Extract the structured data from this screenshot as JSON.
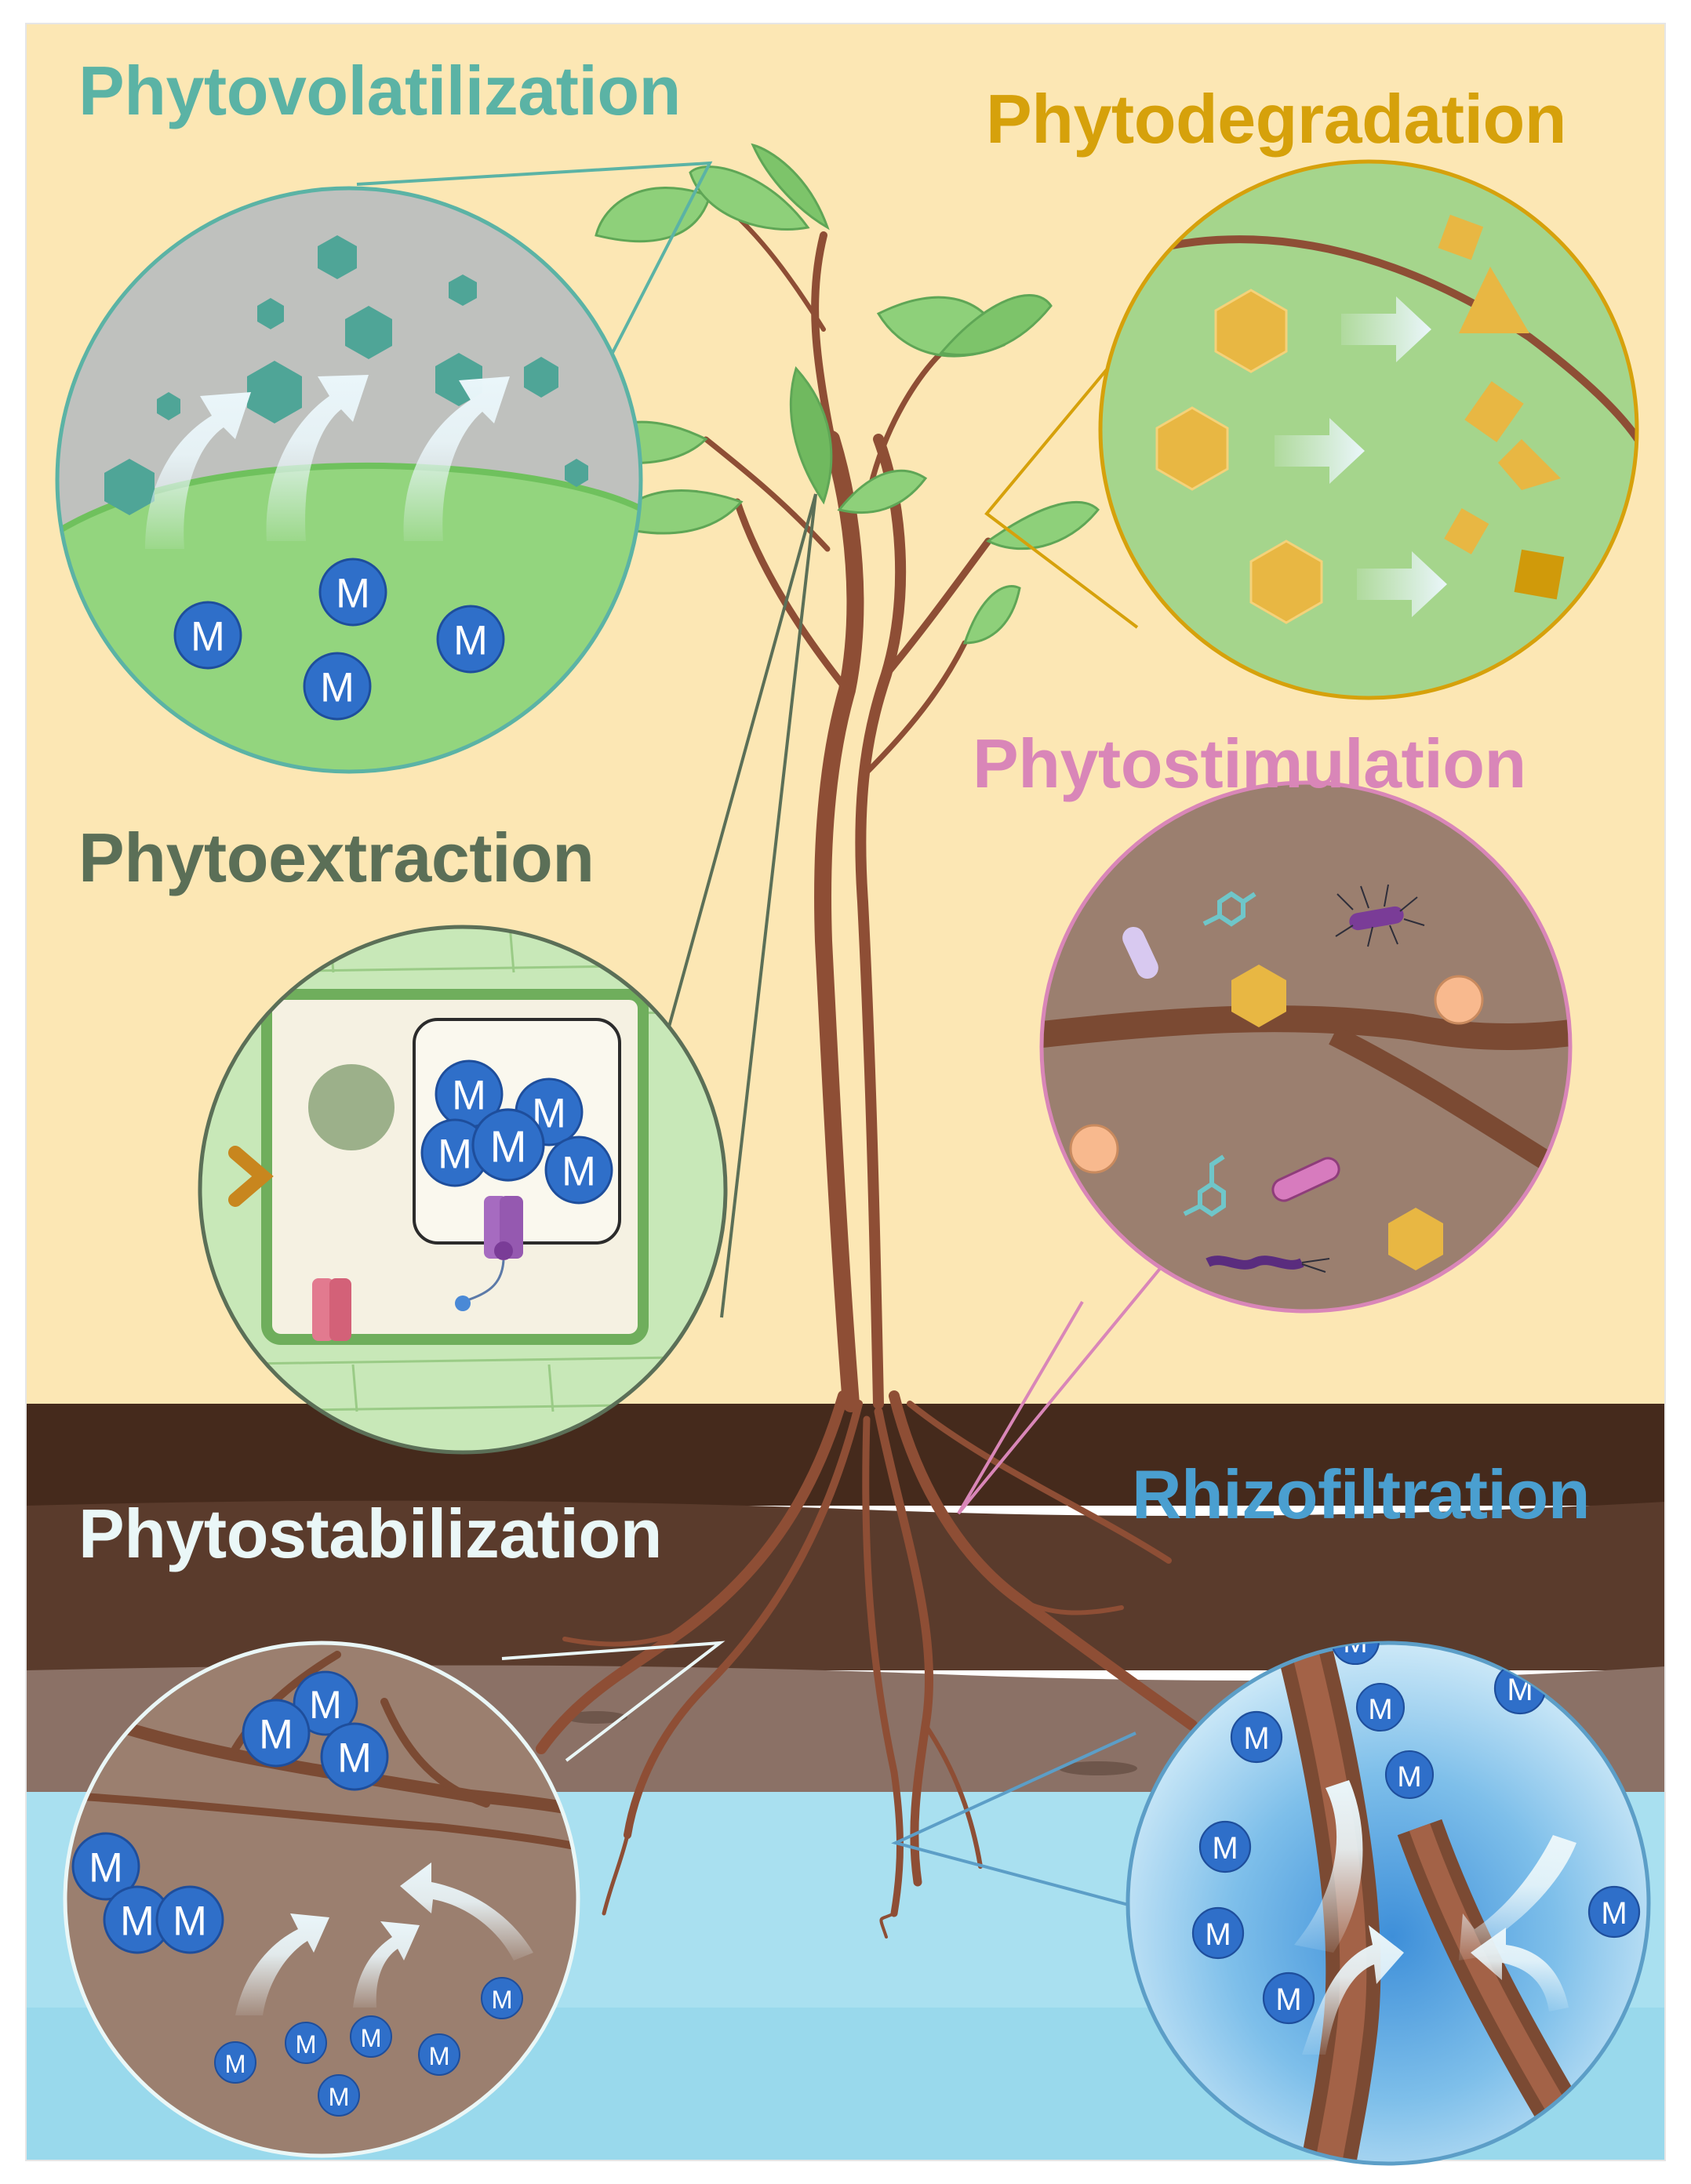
{
  "processes": {
    "phytovolatilization": {
      "label": "Phytovolatilization",
      "color": "#5BB3A5"
    },
    "phytodegradation": {
      "label": "Phytodegradation",
      "color": "#D6A10B"
    },
    "phytostimulation": {
      "label": "Phytostimulation",
      "color": "#D986B8"
    },
    "phytoextraction": {
      "label": "Phytoextraction",
      "color": "#5B6F57"
    },
    "phytostabilization": {
      "label": "Phytostabilization",
      "color": "#EAF7F7"
    },
    "rhizofiltration": {
      "label": "Rhizofiltration",
      "color": "#4A9FD0"
    }
  },
  "metal_symbol": "M",
  "icons": [
    "leaf-icon",
    "root-icon",
    "metal-ion-icon",
    "hexagon-molecule-icon",
    "bacteria-icon",
    "transporter-protein-icon",
    "vacuole-icon",
    "arrow-icon"
  ],
  "colors": {
    "sky": "#FCE7B4",
    "soil_top": "#452A1C",
    "soil_mid": "#5A3B2C",
    "soil_low": "#8B7166",
    "water": "#A9E0F0",
    "leaf": "#8ED07A",
    "stem": "#8E4E35",
    "metal": "#2F6FC9"
  }
}
